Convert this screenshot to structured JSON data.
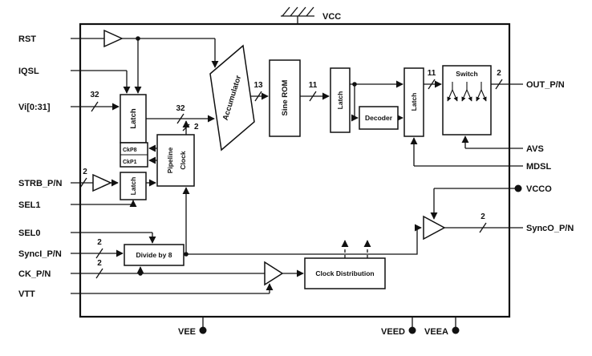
{
  "colors": {
    "red": "#cc0000",
    "ink": "#111111",
    "bg": "#ffffff"
  },
  "pins": {
    "left": [
      "RST",
      "IQSL",
      "Vi[0:31]",
      "STRB_P/N",
      "SEL1",
      "SEL0",
      "SyncI_P/N",
      "CK_P/N",
      "VTT"
    ],
    "right": [
      "OUT_P/N",
      "AVS",
      "MDSL",
      "VCCO",
      "SyncO_P/N"
    ],
    "top": [
      "VCC"
    ],
    "bottom": [
      "VEE",
      "VEED",
      "VEEA"
    ]
  },
  "blocks": {
    "input_latch": "Latch",
    "ckp8": "CkP8",
    "ckp1": "CkP1",
    "pipeline_line1": "Pipeline",
    "pipeline_line2": "Clock",
    "accumulator": "Accumulator",
    "sine_rom": "Sine ROM",
    "rom_latch": "Latch",
    "decoder": "Decoder",
    "output_latch": "Latch",
    "switch": "Switch",
    "strobe_latch": "Latch",
    "divide_by_8": "Divide by 8",
    "clock_distribution": "Clock Distribution"
  },
  "bus": {
    "vi": "32",
    "acc_in": "32",
    "rom_in": "13",
    "latch_in": "11",
    "switch_in": "11",
    "pair": "2"
  }
}
